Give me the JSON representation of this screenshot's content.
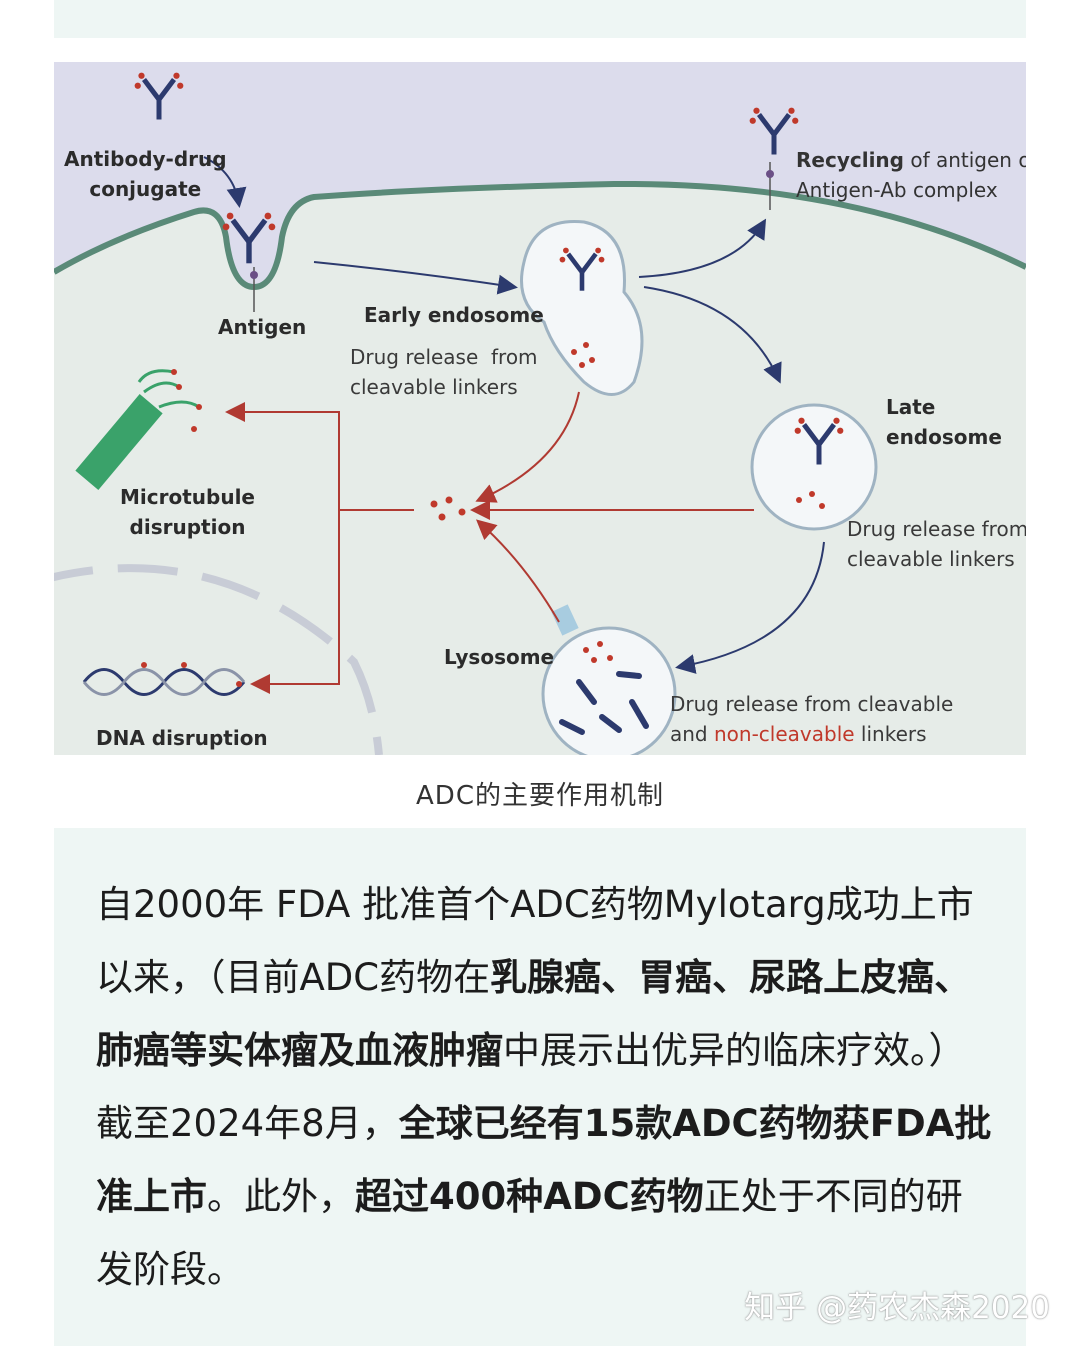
{
  "figure": {
    "labels": {
      "adc": "Antibody-drug\nconjugate",
      "antigen": "Antigen",
      "early_endosome": "Early endosome",
      "early_release": "Drug release  from\ncleavable linkers",
      "recycling_bold": "Recycling",
      "recycling_rest": " of antigen or",
      "recycling_line2": "Antigen-Ab complex",
      "late_endosome": "Late\nendosome",
      "late_release": "Drug release from\ncleavable linkers",
      "microtubule": "Microtubule\ndisruption",
      "dna": "DNA disruption",
      "lysosome": "Lysosome",
      "lyso_release_line1": "Drug release  from  cleavable",
      "lyso_release_and": "and ",
      "lyso_release_noncleavable": "non-cleavable",
      "lyso_release_linkers": " linkers"
    },
    "colors": {
      "drug_red": "#c0392b",
      "antibody_navy": "#2c3a6e",
      "membrane": "#5a8a78",
      "microtubule": "#3aa26a"
    }
  },
  "caption": "ADC的主要作用机制",
  "paragraph": {
    "s1": "自2000年 FDA 批准首个ADC药物Mylotarg成功上市以来，（目前ADC药物在",
    "b1": "乳腺癌、胃癌、尿路上皮癌、肺癌等实体瘤及血液肿瘤",
    "s2": "中展示出优异的临床疗效。）截至2024年8月，",
    "b2": "全球已经有15款ADC药物获FDA批准上市",
    "s3": "。此外，",
    "b3": "超过400种ADC药物",
    "s4": "正处于不同的研发阶段。"
  },
  "watermark": "知乎 @药农杰森2020"
}
